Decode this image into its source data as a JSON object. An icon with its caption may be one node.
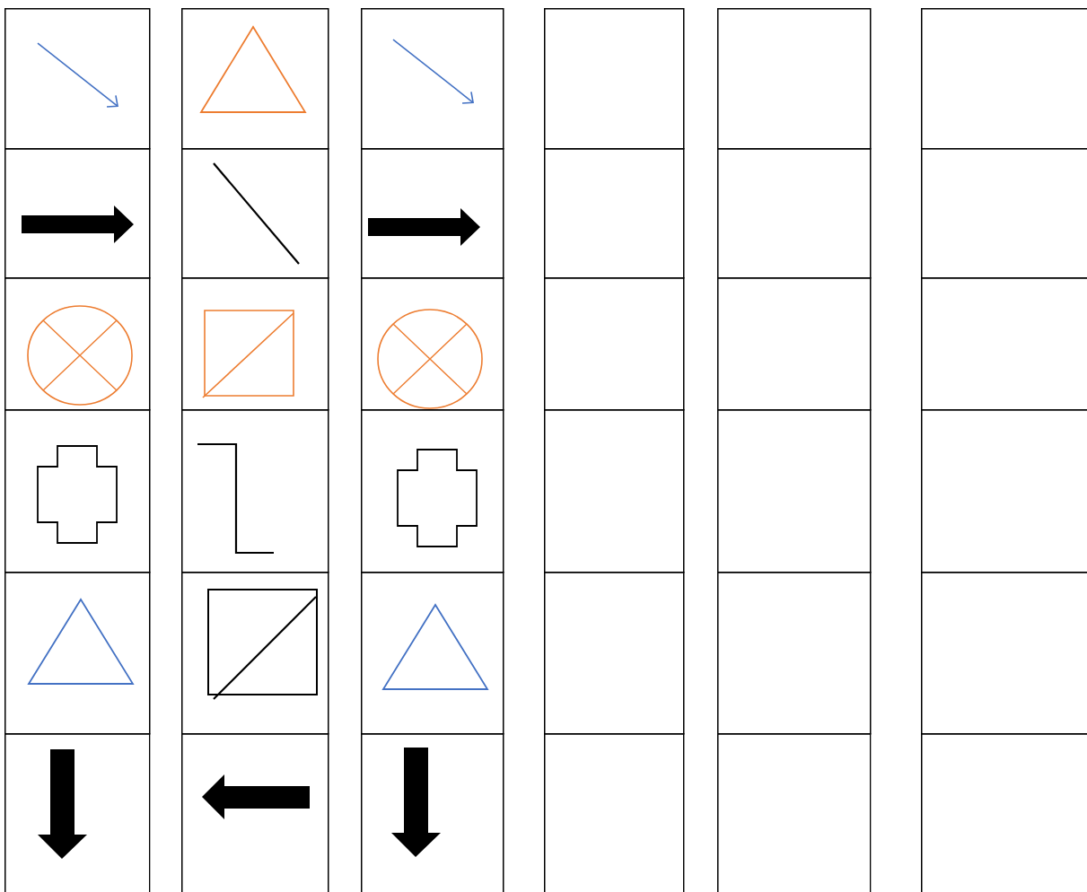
{
  "diagram": {
    "nodes": [
      {
        "text": [],
        "shape": "box"
      },
      {
        "text": [],
        "shape": "box"
      },
      {
        "text": [],
        "shape": "box"
      },
      {
        "text": [],
        "shape": "box"
      },
      {
        "text": [],
        "shape": "box"
      },
      {
        "text": [],
        "shape": "box"
      },
      {
        "text": [],
        "shape": "box"
      },
      {
        "text": [],
        "shape": "box"
      },
      {
        "text": [],
        "shape": "box"
      },
      {
        "text": [],
        "shape": "box"
      },
      {
        "text": [],
        "shape": "box"
      },
      {
        "text": [],
        "shape": "box"
      },
      {
        "text": [],
        "shape": "box"
      },
      {
        "text": [],
        "shape": "box"
      },
      {
        "text": [],
        "shape": "box"
      },
      {
        "text": [],
        "shape": "box"
      },
      {
        "text": [],
        "shape": "box"
      },
      {
        "text": [],
        "shape": "box"
      },
      {
        "text": [],
        "shape": "box"
      },
      {
        "text": [],
        "shape": "box"
      },
      {
        "text": [],
        "shape": "box"
      },
      {
        "text": [],
        "shape": "box"
      },
      {
        "text": [],
        "shape": "box"
      },
      {
        "text": [],
        "shape": "box"
      },
      {
        "text": [],
        "shape": "box"
      },
      {
        "text": [],
        "shape": "box"
      },
      {
        "text": [],
        "shape": "box"
      },
      {
        "text": [],
        "shape": "box"
      },
      {
        "text": [],
        "shape": "box"
      },
      {
        "text": [],
        "shape": "box"
      },
      {
        "text": [],
        "shape": "box"
      },
      {
        "text": [],
        "shape": "box"
      },
      {
        "text": [],
        "shape": "box"
      },
      {
        "text": [],
        "shape": "box"
      },
      {
        "text": [],
        "shape": "box"
      },
      {
        "text": [],
        "shape": "box"
      }
    ]
  }
}
